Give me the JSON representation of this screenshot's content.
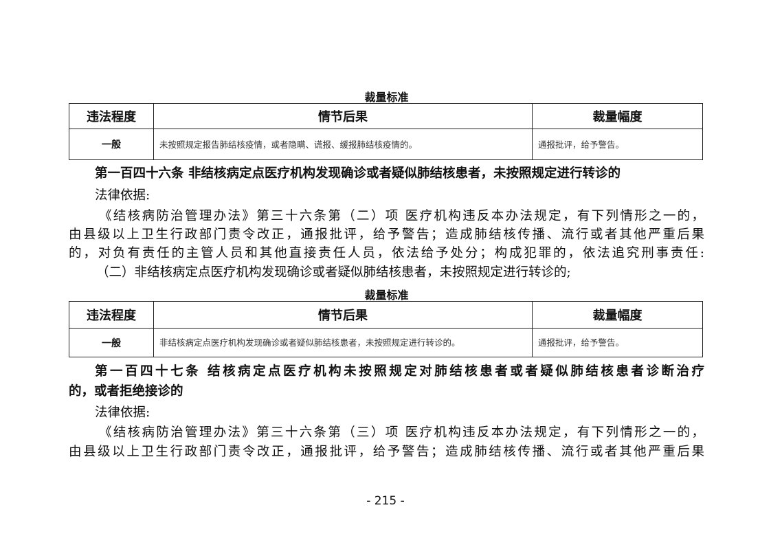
{
  "table1": {
    "caption": "裁量标准",
    "headers": [
      "违法程度",
      "情节后果",
      "裁量幅度"
    ],
    "row": [
      "一般",
      "未按照规定报告肺结核疫情，或者隐瞒、谎报、缓报肺结核疫情的。",
      "通报批评，给予警告。"
    ]
  },
  "article146": {
    "title": "第一百四十六条  非结核病定点医疗机构发现确诊或者疑似肺结核患者，未按照规定进行转诊的",
    "basis_label": "法律依据:",
    "lines": [
      "《结核病防治管理办法》第三十六条第（二）项  医疗机构违反本办法规定，有下列情形之一的，",
      "由县级以上卫生行政部门责令改正，通报批评，给予警告；造成肺结核传播、流行或者其他严重后果",
      "的，对负有责任的主管人员和其他直接责任人员，依法给予处分；构成犯罪的，依法追究刑事责任:",
      "（二）非结核病定点医疗机构发现确诊或者疑似肺结核患者，未按照规定进行转诊的;"
    ]
  },
  "table2": {
    "caption": "裁量标准",
    "headers": [
      "违法程度",
      "情节后果",
      "裁量幅度"
    ],
    "row": [
      "一般",
      "非结核病定点医疗机构发现确诊或者疑似肺结核患者，未按照规定进行转诊的。",
      "通报批评，给予警告。"
    ]
  },
  "article147": {
    "title_line1": "第一百四十七条  结核病定点医疗机构未按照规定对肺结核患者或者疑似肺结核患者诊断治疗",
    "title_line2": "的，或者拒绝接诊的",
    "basis_label": "法律依据:",
    "lines": [
      "《结核病防治管理办法》第三十六条第（三）项  医疗机构违反本办法规定，有下列情形之一的，",
      "由县级以上卫生行政部门责令改正，通报批评，给予警告；造成肺结核传播、流行或者其他严重后果"
    ]
  },
  "page_number": "- 215 -"
}
